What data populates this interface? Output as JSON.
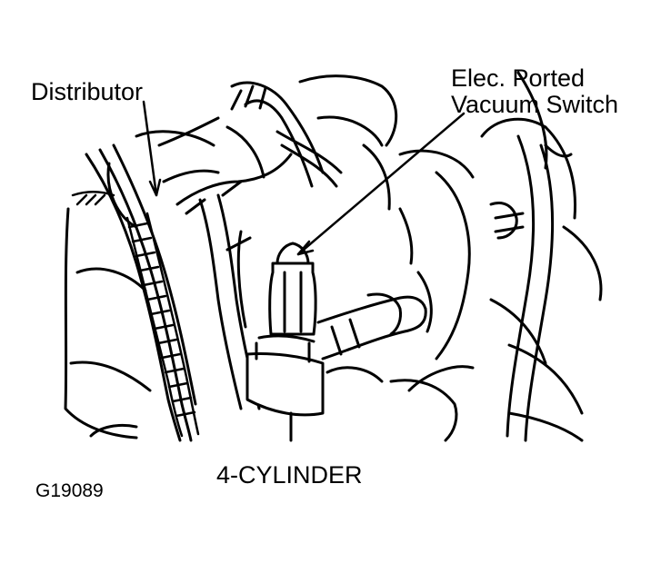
{
  "labels": {
    "distributor": "Distributor",
    "vacuum_switch_line1": "Elec. Ported",
    "vacuum_switch_line2": "Vacuum Switch"
  },
  "caption": "4-CYLINDER",
  "figure_id": "G19089",
  "colors": {
    "ink": "#000000",
    "paper": "#ffffff"
  }
}
